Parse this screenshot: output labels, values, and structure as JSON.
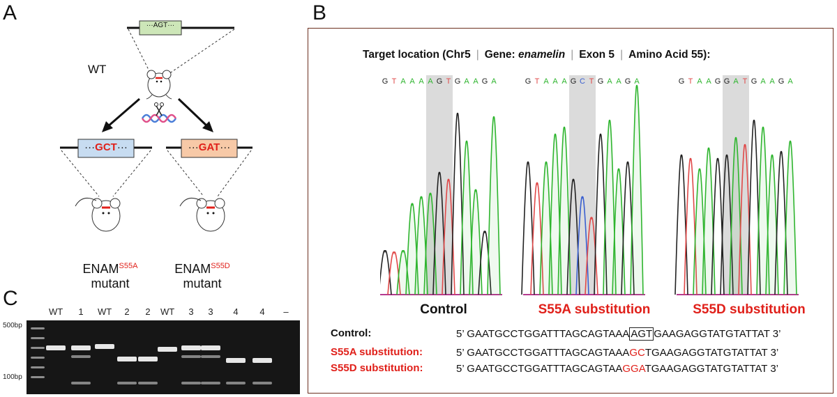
{
  "panel_a": {
    "letter": "A",
    "wt_label": "WT",
    "wt_codon": "···AGT···",
    "s55a_codon_prefix": "···",
    "s55a_codon": "GCT",
    "s55a_codon_suffix": "···",
    "s55d_codon_prefix": "···",
    "s55d_codon": "GAT",
    "s55d_codon_suffix": "···",
    "s55a_gene": "ENAM",
    "s55a_sup": "S55A",
    "s55a_word": "mutant",
    "s55d_gene": "ENAM",
    "s55d_sup": "S55D",
    "s55d_word": "mutant"
  },
  "panel_b": {
    "letter": "B",
    "title_1": "Target location (Chr5",
    "title_sep": "|",
    "title_2a": "Gene: ",
    "title_2b": "enamelin",
    "title_3": "Exon 5",
    "title_4": "Amino Acid 55):",
    "traces": [
      {
        "name": "Control",
        "bases": "GTAAAAGTGAAGA",
        "color": "#111111"
      },
      {
        "name": "S55A substitution",
        "bases": "GTAAAGCTGAAGA",
        "color": "#e0201a"
      },
      {
        "name": "S55D substitution",
        "bases": "GTAAGGATGAAGA",
        "color": "#e0201a"
      }
    ],
    "seq_rows": [
      {
        "label": "Control:",
        "prefix": "5’ GAATGCCTGGATTTAGCAGTAAA",
        "mid": "AGT",
        "suffix": "GAAGAGGTATGTATTAT 3’"
      },
      {
        "label": "S55A substitution:",
        "prefix": "5’ GAATGCCTGGATTTAGCAGTAAA",
        "mid": "GC",
        "suffix": "TGAAGAGGTATGTATTAT 3’"
      },
      {
        "label": "S55D substitution:",
        "prefix": "5’ GAATGCCTGGATTTAGCAGTAA",
        "mid": "GGA",
        "suffix": "TGAAGAGGTATGTATTAT 3’"
      }
    ]
  },
  "panel_c": {
    "letter": "C",
    "lanes": [
      "WT",
      "1",
      "WT",
      "2",
      "2",
      "WT",
      "3",
      "3",
      "4",
      "4",
      "–"
    ],
    "bp_top": "500bp",
    "bp_bottom": "100bp"
  },
  "base_colors": {
    "A": "#2fb52f",
    "G": "#222222",
    "T": "#e04848",
    "C": "#3a5fd0"
  }
}
